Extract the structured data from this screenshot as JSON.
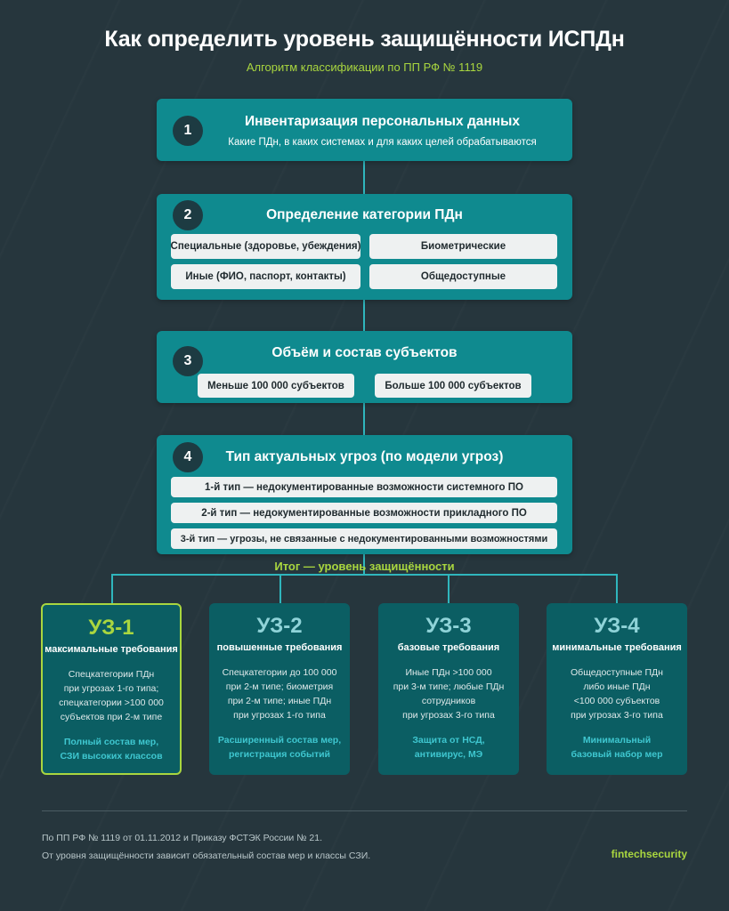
{
  "title": "Как определить уровень защищённости ИСПДн",
  "subtitle": "Алгоритм классификации по ПП РФ № 1119",
  "steps": [
    {
      "number": "1",
      "title": "Инвентаризация персональных данных",
      "description": "Какие ПДн, в каких системах и для каких целей обрабатываются"
    },
    {
      "number": "2",
      "title": "Определение категории ПДн",
      "chips": [
        "Специальные (здоровье, убеждения)",
        "Биометрические",
        "Иные (ФИО, паспорт, контакты)",
        "Общедоступные"
      ]
    },
    {
      "number": "3",
      "title": "Объём и состав субъектов",
      "chips": [
        "Меньше 100 000 субъектов",
        "Больше 100 000 субъектов"
      ]
    },
    {
      "number": "4",
      "title": "Тип актуальных угроз (по модели угроз)",
      "chips": [
        "1-й тип — недокументированные возможности системного ПО",
        "2-й тип — недокументированные возможности прикладного ПО",
        "3-й тип — угрозы, не связанные с недокументированными возможностями"
      ]
    }
  ],
  "result_label": "Итог — уровень защищённости",
  "levels": [
    {
      "code": "УЗ-1",
      "subtitle": "максимальные требования",
      "conditions": [
        "Спецкатегории ПДн",
        "при угрозах 1-го типа;",
        "спецкатегории >100 000",
        "субъектов при 2-м типе"
      ],
      "measures": [
        "Полный состав мер,",
        "СЗИ высоких классов"
      ]
    },
    {
      "code": "УЗ-2",
      "subtitle": "повышенные требования",
      "conditions": [
        "Спецкатегории до 100 000",
        "при 2-м типе; биометрия",
        "при 2-м типе; иные ПДн",
        "при угрозах 1-го типа"
      ],
      "measures": [
        "Расширенный состав мер,",
        "регистрация событий"
      ]
    },
    {
      "code": "УЗ-3",
      "subtitle": "базовые требования",
      "conditions": [
        "Иные ПДн >100 000",
        "при 3-м типе; любые ПДн",
        "сотрудников",
        "при угрозах 3-го типа"
      ],
      "measures": [
        "Защита от НСД,",
        "антивирус, МЭ"
      ]
    },
    {
      "code": "УЗ-4",
      "subtitle": "минимальные требования",
      "conditions": [
        "Общедоступные ПДн",
        "либо иные ПДн",
        "<100 000 субъектов",
        "при угрозах 3-го типа"
      ],
      "measures": [
        "Минимальный",
        "базовый набор мер"
      ]
    }
  ],
  "footer": {
    "note1": "По ПП РФ № 1119 от 01.11.2012 и Приказу ФСТЭК России № 21.",
    "note2": "От уровня защищённости зависит обязательный состав мер и классы СЗИ.",
    "brand": "fintechsecurity"
  },
  "colors": {
    "background": "#26363d",
    "step_box": "#0f8a8f",
    "level_box": "#0b5e63",
    "accent_green": "#a9d63f",
    "connector": "#2fb6bd"
  }
}
